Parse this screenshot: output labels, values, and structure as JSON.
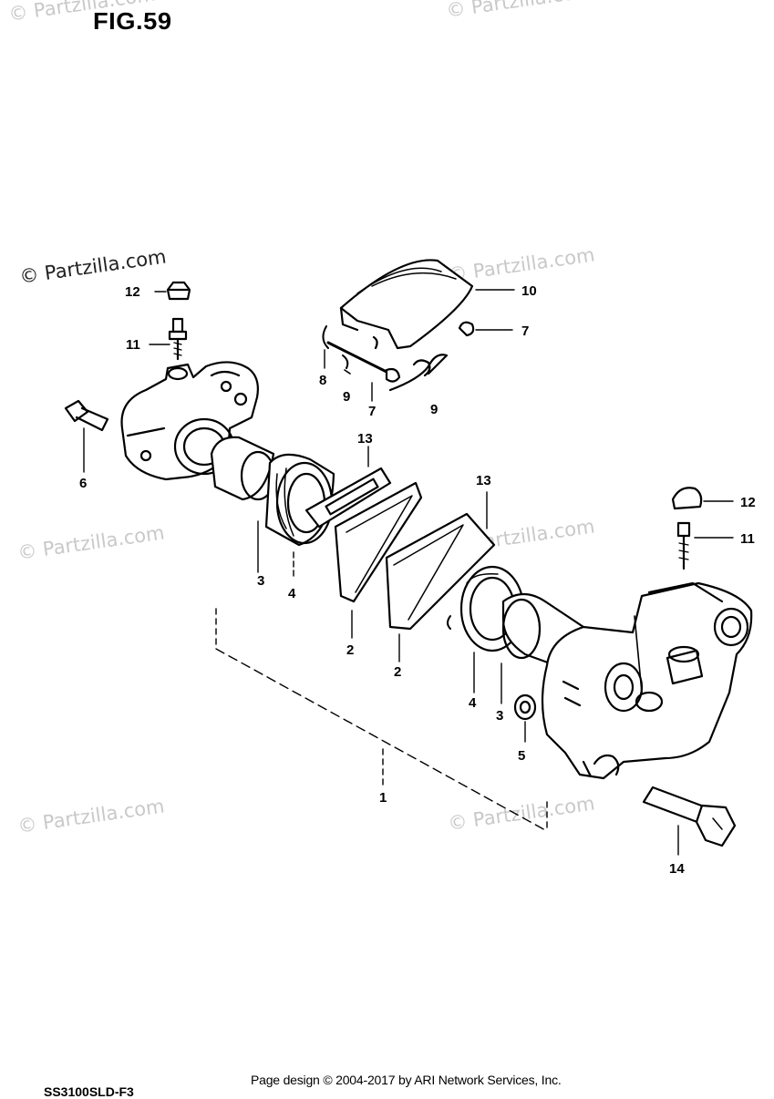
{
  "figure": {
    "title": "FIG.59"
  },
  "watermarks": [
    "© Partzilla.com",
    "© Partzilla.com",
    "© Partzilla.com",
    "© Partzilla.com",
    "© Partzilla.com",
    "© Partzilla.com",
    "© Partzilla.com",
    "© Partzilla.com"
  ],
  "callouts": [
    {
      "id": "c12a",
      "label": "12"
    },
    {
      "id": "c11a",
      "label": "11"
    },
    {
      "id": "c6",
      "label": "6"
    },
    {
      "id": "c3a",
      "label": "3"
    },
    {
      "id": "c4a",
      "label": "4"
    },
    {
      "id": "c13a",
      "label": "13"
    },
    {
      "id": "c2a",
      "label": "2"
    },
    {
      "id": "c13b",
      "label": "13"
    },
    {
      "id": "c2b",
      "label": "2"
    },
    {
      "id": "c4b",
      "label": "4"
    },
    {
      "id": "c3b",
      "label": "3"
    },
    {
      "id": "c5",
      "label": "5"
    },
    {
      "id": "c1",
      "label": "1"
    },
    {
      "id": "c10",
      "label": "10"
    },
    {
      "id": "c7a",
      "label": "7"
    },
    {
      "id": "c8",
      "label": "8"
    },
    {
      "id": "c9a",
      "label": "9"
    },
    {
      "id": "c7b",
      "label": "7"
    },
    {
      "id": "c9b",
      "label": "9"
    },
    {
      "id": "c12b",
      "label": "12"
    },
    {
      "id": "c11b",
      "label": "11"
    },
    {
      "id": "c14",
      "label": "14"
    }
  ],
  "footer": {
    "copyright": "Page design © 2004-2017 by ARI Network Services, Inc.",
    "code": "SS3100SLD-F3"
  },
  "colors": {
    "ink": "#000000",
    "watermark": "#c9c9c9",
    "background": "#ffffff"
  }
}
